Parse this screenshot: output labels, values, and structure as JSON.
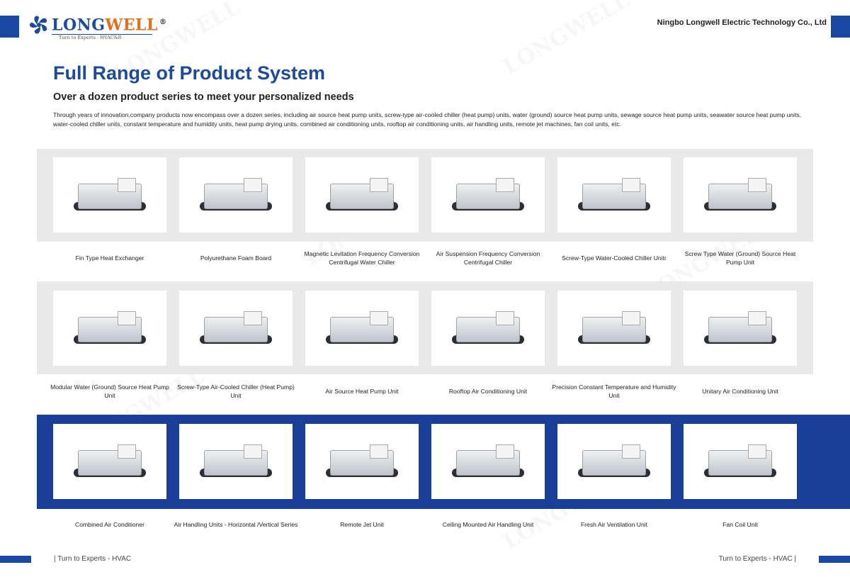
{
  "header": {
    "logo_text_a": "LONG",
    "logo_text_b": "WELL",
    "logo_tagline": "Turn to Experts - HVAC&R",
    "logo_reg": "®",
    "company": "Ningbo Longwell Electric Technology Co., Ltd"
  },
  "title": "Full Range of Product System",
  "subtitle": "Over a dozen product series to meet your personalized needs",
  "intro": "Through years of innovation,company products now encompass over a dozen series, including air source heat pump units, screw-type air-cooled chiller (heat pump) units, water (ground) source heat pump units, sewage source heat pump units, seawater source heat pump units, water-cooled chiller units, constant temperature and humidity units, heat pump drying units, combined air conditioning units, rooftop air conditioning units, air handling units, remote jet machines, fan coil units, etc.",
  "rows": [
    {
      "products": [
        {
          "label": "Fin Type Heat Exchanger"
        },
        {
          "label": "Polyurethane Foam Board"
        },
        {
          "label": "Magnetic Levitation Frequency Conversion Centrifugal Water Chiller"
        },
        {
          "label": "Air Suspension Frequency Conversion Centrifugal Chiller"
        },
        {
          "label": "Screw-Type Water-Cooled Chiller Unitr"
        },
        {
          "label": "Screw Type Water (Ground) Source Heat Pump Unit"
        }
      ]
    },
    {
      "products": [
        {
          "label": "Modular Water (Ground) Source Heat Pump Unit"
        },
        {
          "label": "Screw-Type Air-Cooled Chiller (Heat Pump) Unit"
        },
        {
          "label": "Air Source Heat Pump Unit"
        },
        {
          "label": "Rooftop Air Conditioning Unit"
        },
        {
          "label": "Precision Constant Temperature and Humidity Unit"
        },
        {
          "label": "Unitary Air Conditioning Unit"
        }
      ]
    },
    {
      "products": [
        {
          "label": "Combined Air Conditioner"
        },
        {
          "label": "Air Handling Units - Horizontal /Vertical Series"
        },
        {
          "label": "Remote Jet Unit"
        },
        {
          "label": "Ceiling Mounted Air Handling Unit"
        },
        {
          "label": "Fresh Air Ventilation Unit"
        },
        {
          "label": "Fan Coil Unit"
        }
      ]
    }
  ],
  "footer": {
    "left": "|  Turn to Experts - HVAC",
    "right": "Turn to Experts - HVAC  |"
  },
  "colors": {
    "brand_blue": "#1a3f99",
    "brand_orange": "#e07020"
  }
}
